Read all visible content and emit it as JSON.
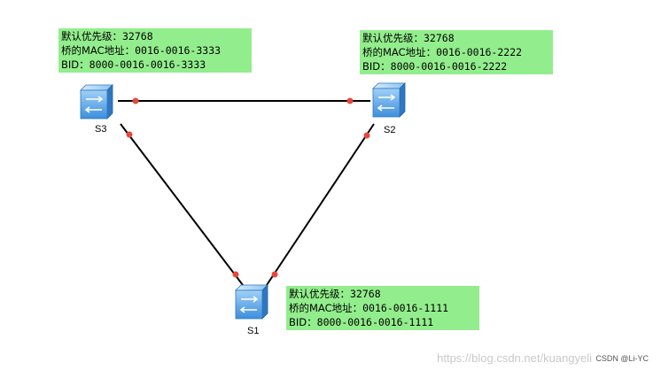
{
  "switches": [
    {
      "name": "S3",
      "priority_label": "默认优先级：",
      "priority": "32768",
      "mac_label": "桥的MAC地址：",
      "mac": "0016-0016-3333",
      "bid_label": "BID：",
      "bid": "8000-0016-0016-3333"
    },
    {
      "name": "S2",
      "priority_label": "默认优先级：",
      "priority": "32768",
      "mac_label": "桥的MAC地址：",
      "mac": "0016-0016-2222",
      "bid_label": "BID：",
      "bid": "8000-0016-0016-2222"
    },
    {
      "name": "S1",
      "priority_label": "默认优先级：",
      "priority": "32768",
      "mac_label": "桥的MAC地址：",
      "mac": "0016-0016-1111",
      "bid_label": "BID：",
      "bid": "8000-0016-0016-1111"
    }
  ],
  "links": [
    {
      "from": "S3",
      "to": "S2"
    },
    {
      "from": "S3",
      "to": "S1"
    },
    {
      "from": "S2",
      "to": "S1"
    }
  ],
  "colors": {
    "info_background": "#92ee8c",
    "link": "#000000",
    "port": "#e8463c",
    "switch_face": "#5aa7e6",
    "switch_side": "#2f78c0"
  },
  "watermark": "https://blog.csdn.net/kuangyeli",
  "credit": "CSDN @Li-YC"
}
